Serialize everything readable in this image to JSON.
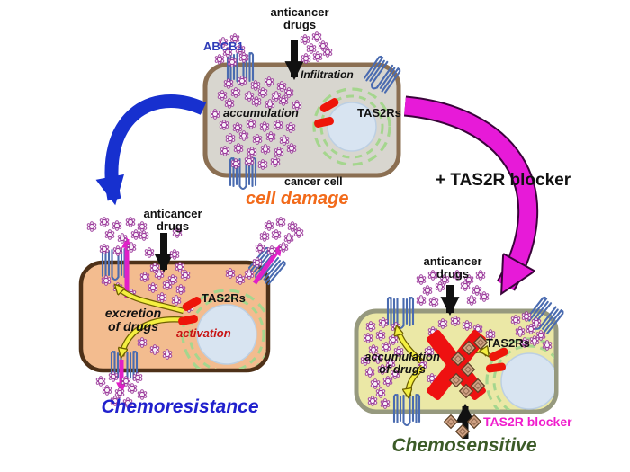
{
  "diagram": {
    "type": "mechanism-pathway",
    "topic": "TAS2R-mediated chemoresistance and chemosensitivity in cancer cells"
  },
  "labels": {
    "anticancer_line1": "anticancer",
    "anticancer_line2": "drugs",
    "abcb1": "ABCB1",
    "infiltration": "Infiltration",
    "accumulation": "accumulation",
    "tas2rs": "TAS2Rs",
    "cancer_cell": "cancer cell",
    "cell_damage": "cell damage",
    "plus_tas2r_blocker": "+ TAS2R blocker",
    "excretion_line1": "excretion",
    "excretion_line2": "of drugs",
    "activation": "activation",
    "chemoresistance": "Chemoresistance",
    "accum_line1": "accumulation",
    "accum_line2": "of drugs",
    "tas2r_blocker": "TAS2R blocker",
    "chemosensitive": "Chemosensitive"
  },
  "colors": {
    "background": "#ffffff",
    "top_cell_fill": "#d8d6cf",
    "top_cell_border": "#8b6f52",
    "left_cell_fill": "#f3bc8f",
    "left_cell_border": "#4e3118",
    "right_cell_fill": "#ebe8a6",
    "right_cell_border": "#96997e",
    "drug_molecule": "#9b3a9b",
    "transporter_blue": "#4a6bb0",
    "receptor_red": "#ee1509",
    "nucleus_fill": "#d8e4f1",
    "er_green": "#a5d68e",
    "arrow_black": "#111111",
    "arrow_blue": "#1730cf",
    "arrow_magenta": "#e71ad8",
    "arrow_yellow": "#f4ef40",
    "yellow_outline": "#6e6000",
    "x_mark_red": "#ee1111",
    "blocker_diamond_fill": "#cfa183",
    "blocker_diamond_stroke": "#5c4026",
    "cell_damage_text": "#f26a1a",
    "chemoresistance_text": "#2121cd",
    "chemosensitive_text": "#3c5b28",
    "tas2r_blocker_text": "#f01dcd",
    "abcb1_text": "#2f3cb8",
    "activation_text": "#c81414"
  }
}
